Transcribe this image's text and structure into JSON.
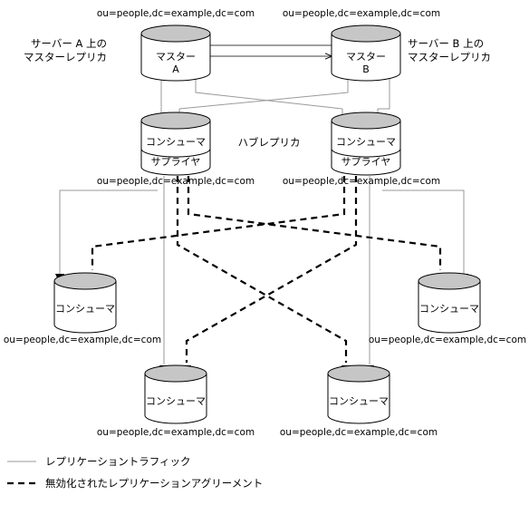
{
  "suffix": "ou=people,dc=example,dc=com",
  "masters": {
    "a": {
      "label_line1": "マスター",
      "label_line2": "A",
      "caption_line1": "サーバー A 上の",
      "caption_line2": "マスターレプリカ"
    },
    "b": {
      "label_line1": "マスター",
      "label_line2": "B",
      "caption_line1": "サーバー B 上の",
      "caption_line2": "マスターレプリカ"
    }
  },
  "hubs": {
    "label_top": "コンシューマ",
    "label_bottom": "サプライヤ",
    "caption": "ハブレプリカ"
  },
  "consumers": {
    "label": "コンシューマ"
  },
  "legend": {
    "solid": "レプリケーショントラフィック",
    "dashed": "無効化されたレプリケーションアグリーメント"
  },
  "colors": {
    "line": "#9a9a9a",
    "dashed": "#000000",
    "disk_top": "#c6c6c6",
    "arrow": "#000000"
  }
}
